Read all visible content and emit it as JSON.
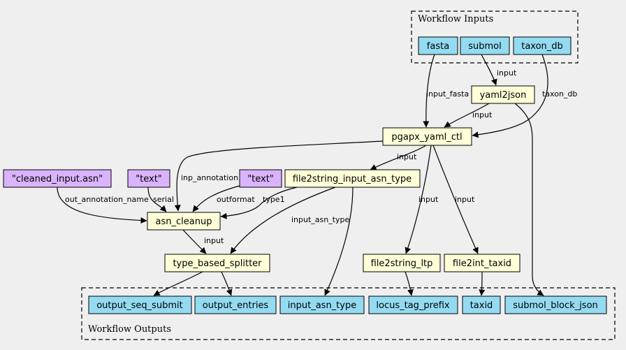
{
  "colors": {
    "io_fill": "#94dbf2",
    "step_fill": "#ffffd8",
    "const_fill": "#d9b3fb",
    "background": "#efefef",
    "stroke": "#000000"
  },
  "clusters": {
    "inputs_label": "Workflow Inputs",
    "outputs_label": "Workflow Outputs"
  },
  "nodes": {
    "fasta": "fasta",
    "submol": "submol",
    "taxon_db": "taxon_db",
    "yaml2json": "yaml2json",
    "pgapx_yaml_ctl": "pgapx_yaml_ctl",
    "cleaned_input": "\"cleaned_input.asn\"",
    "text1": "\"text\"",
    "text2": "\"text\"",
    "file2string_input_asn_type": "file2string_input_asn_type",
    "asn_cleanup": "asn_cleanup",
    "type_based_splitter": "type_based_splitter",
    "file2string_ltp": "file2string_ltp",
    "file2int_taxid": "file2int_taxid",
    "output_seq_submit": "output_seq_submit",
    "output_entries": "output_entries",
    "input_asn_type": "input_asn_type",
    "locus_tag_prefix": "locus_tag_prefix",
    "taxid": "taxid",
    "submol_block_json": "submol_block_json"
  },
  "edge_labels": {
    "submol_yaml2json": "input",
    "fasta_pgapx": "input_fasta",
    "taxondb_pgapx": "taxon_db",
    "yaml2json_pgapx": "input",
    "pgapx_file2string": "input",
    "pgapx_asn_cleanup": "inp_annotation",
    "cleaned_asn_cleanup": "out_annotation_name",
    "text1_asn_cleanup": "serial",
    "text2_asn_cleanup": "outformat",
    "file2string_asn_cleanup": "type1",
    "file2string_splitter": "input_asn_type",
    "pgapx_ltp": "input",
    "pgapx_taxid": "input",
    "asn_cleanup_splitter": "input"
  }
}
